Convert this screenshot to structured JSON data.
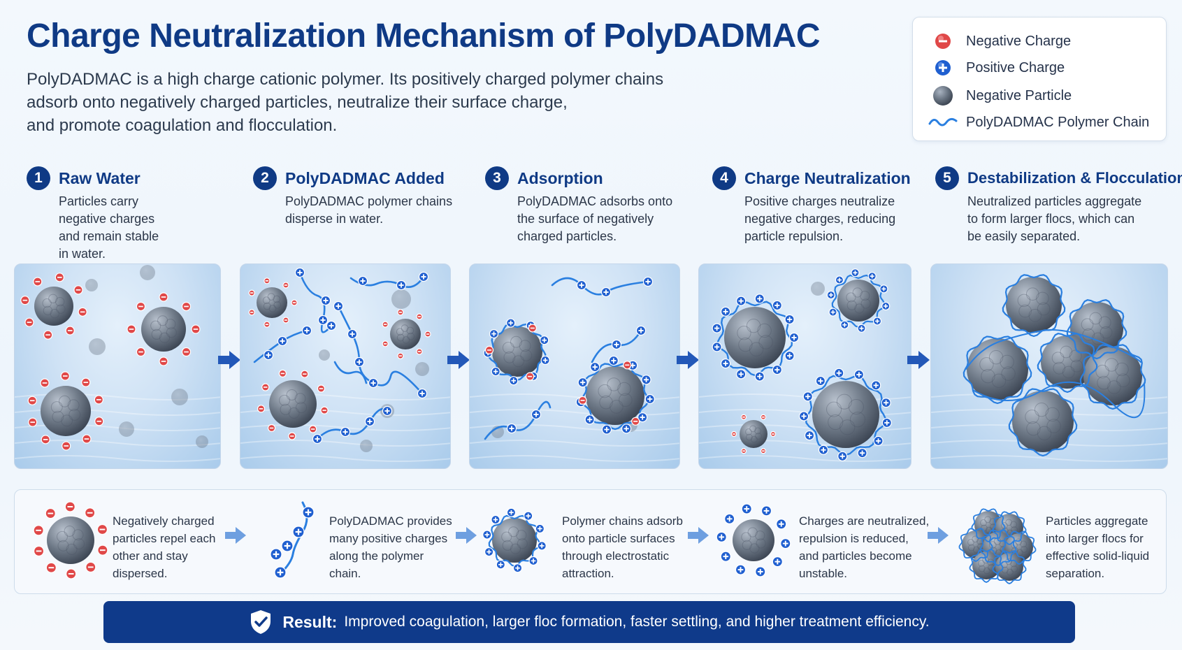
{
  "header": {
    "title": "Charge Neutralization Mechanism of PolyDADMAC",
    "intro_lines": [
      "PolyDADMAC is a high charge cationic polymer. Its positively charged polymer chains",
      "adsorb onto negatively charged particles, neutralize their surface charge,",
      "and promote coagulation and flocculation."
    ]
  },
  "legend": [
    {
      "label": "Negative Charge",
      "icon": "negative-charge-icon",
      "color": "#e04848"
    },
    {
      "label": "Positive Charge",
      "icon": "positive-charge-icon",
      "color": "#1f5fd0"
    },
    {
      "label": "Negative Particle",
      "icon": "particle-icon",
      "color": "#6b7585"
    },
    {
      "label": "PolyDADMAC Polymer Chain",
      "icon": "polymer-chain-icon",
      "color": "#2a7fe0"
    }
  ],
  "steps": [
    {
      "number": "1",
      "title": "Raw Water",
      "desc_lines": [
        "Particles carry",
        "negative charges",
        "and remain stable",
        "in water."
      ]
    },
    {
      "number": "2",
      "title": "PolyDADMAC Added",
      "desc_lines": [
        "PolyDADMAC polymer chains",
        "disperse in water."
      ]
    },
    {
      "number": "3",
      "title": "Adsorption",
      "desc_lines": [
        "PolyDADMAC adsorbs onto",
        "the surface of negatively",
        "charged particles."
      ]
    },
    {
      "number": "4",
      "title": "Charge Neutralization",
      "desc_lines": [
        "Positive charges neutralize",
        "negative charges, reducing",
        "particle repulsion."
      ]
    },
    {
      "number": "5",
      "title": "Destabilization & Flocculation",
      "desc_lines": [
        "Neutralized particles aggregate",
        "to form larger flocs, which can",
        "be easily separated."
      ]
    }
  ],
  "summary": [
    {
      "lines": [
        "Negatively charged",
        "particles repel each",
        "other and stay",
        "dispersed."
      ]
    },
    {
      "lines": [
        "PolyDADMAC provides",
        "many positive charges",
        "along the polymer",
        "chain."
      ]
    },
    {
      "lines": [
        "Polymer chains adsorb",
        "onto particle surfaces",
        "through electrostatic",
        "attraction."
      ]
    },
    {
      "lines": [
        "Charges are neutralized,",
        "repulsion is reduced,",
        "and particles become",
        "unstable."
      ]
    },
    {
      "lines": [
        "Particles aggregate",
        "into larger flocs for",
        "effective solid-liquid",
        "separation."
      ]
    }
  ],
  "result": {
    "label": "Result:",
    "text": "Improved coagulation, larger floc formation, faster settling, and higher treatment efficiency."
  },
  "colors": {
    "navy": "#0f3a85",
    "negative": "#e04848",
    "positive": "#1f5fd0",
    "chain": "#2a7fe0",
    "particle": "#6b7585"
  }
}
